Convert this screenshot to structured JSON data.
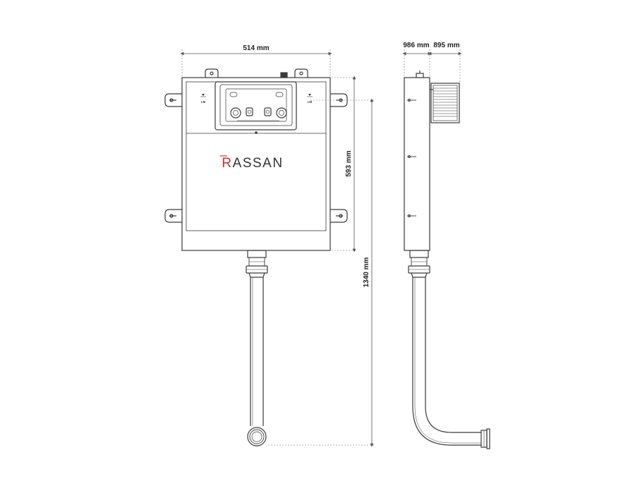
{
  "brand": {
    "name_first": "R",
    "name_rest": "ASSAN",
    "accent_color": "#c8312d",
    "text_color": "#333333"
  },
  "dimensions": {
    "width": "514 mm",
    "depth_a": "986 mm",
    "depth_b": "895 mm",
    "tank_height": "593 mm",
    "total_height": "1340 mm"
  },
  "markings": {
    "left_level": "I.M",
    "right_level": "I.M"
  },
  "colors": {
    "line": "#3a3a3a",
    "dimension_line": "#555555",
    "background": "#ffffff"
  }
}
